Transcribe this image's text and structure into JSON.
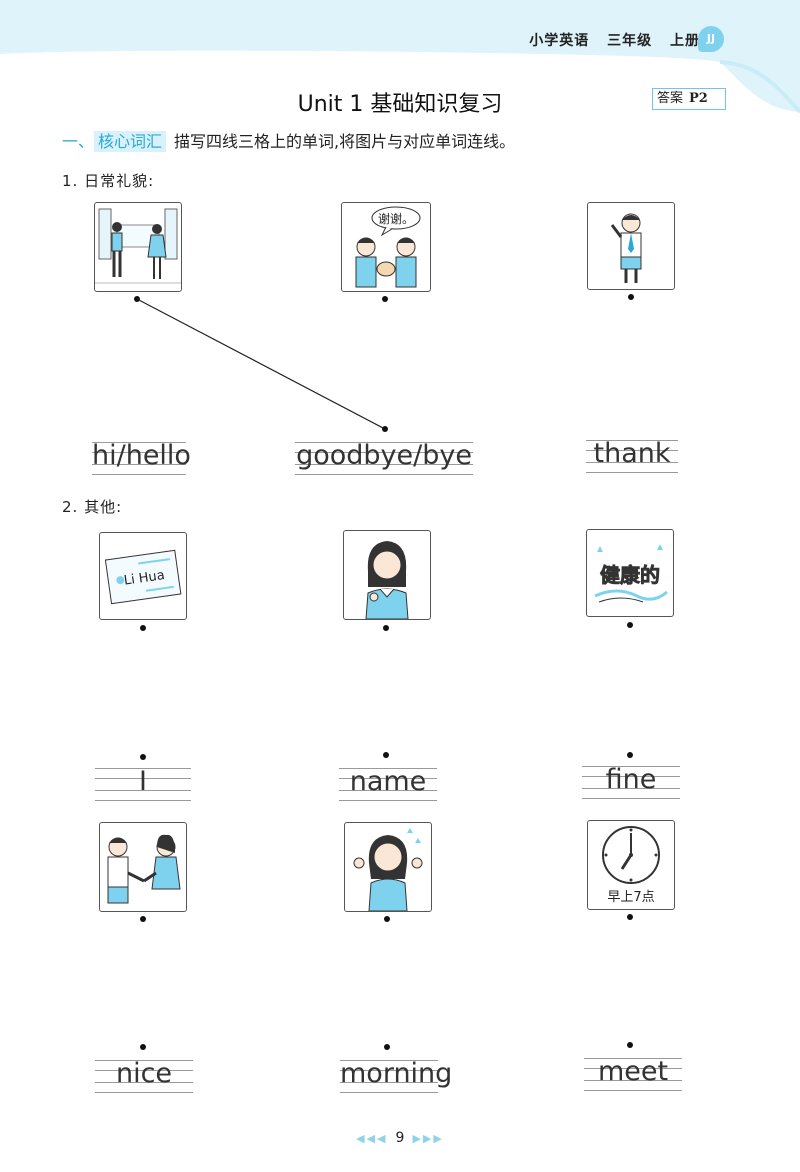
{
  "header": {
    "subject": "小学英语",
    "grade": "三年级",
    "volume": "上册",
    "badge": "JJ"
  },
  "title": "Unit 1 基础知识复习",
  "answer": {
    "label": "答案",
    "page": "P2"
  },
  "section": {
    "number": "一、",
    "name": "核心词汇",
    "instruction": "描写四线三格上的单词,将图片与对应单词连线。"
  },
  "groups": [
    {
      "label": "1. 日常礼貌:",
      "pictures": [
        "school-gate-kids",
        "speech-bubble-thanks",
        "waving-boy"
      ],
      "bubble_text": "谢谢。",
      "words": [
        "hi/hello",
        "goodbye/bye",
        "thank"
      ]
    },
    {
      "label": "2. 其他:",
      "pictures": [
        "name-card",
        "girl-pointing-self",
        "health-text"
      ],
      "name_card_text": "Li Hua",
      "health_text": "健康的",
      "words": [
        "I",
        "name",
        "fine"
      ]
    },
    {
      "pictures": [
        "handshake",
        "happy-girl",
        "clock"
      ],
      "clock_caption": "早上7点",
      "words": [
        "nice",
        "morning",
        "meet"
      ]
    }
  ],
  "footer": {
    "page_number": "9",
    "left_arrows": "◀◀◀",
    "right_arrows": "▶▶▶"
  },
  "colors": {
    "accent": "#2aa9d8",
    "band": "#dff3fb",
    "highlight": "#d9f1fa"
  }
}
